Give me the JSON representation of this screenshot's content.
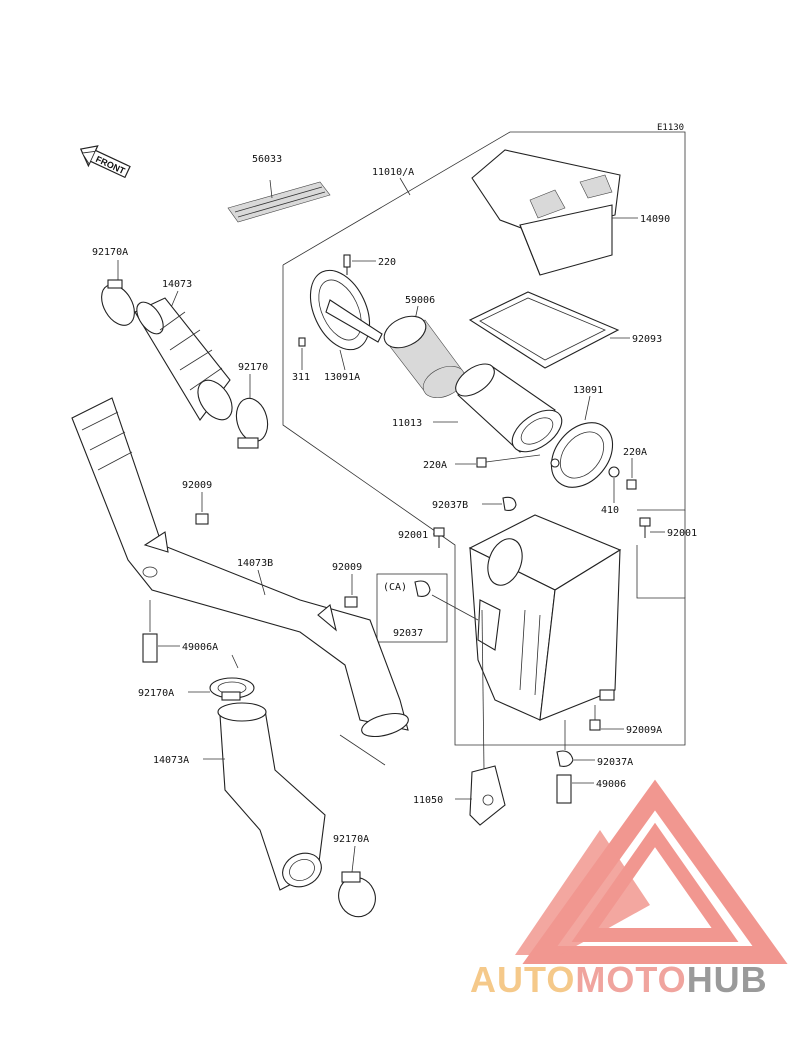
{
  "diagram_code": "E1130",
  "front_arrow_label": "FRONT",
  "parts": {
    "p56033": "56033",
    "p11010A": "11010/A",
    "p14090": "14090",
    "p92170A_top": "92170A",
    "p14073": "14073",
    "p220": "220",
    "p59006": "59006",
    "p92093": "92093",
    "p311": "311",
    "p13091A": "13091A",
    "p92170": "92170",
    "p13091": "13091",
    "p11013": "11013",
    "p220A_left": "220A",
    "p220A_right": "220A",
    "p92009_top": "92009",
    "p92037B": "92037B",
    "p410": "410",
    "p92001_left": "92001",
    "p92001_right": "92001",
    "p14073B": "14073B",
    "p92009_mid": "92009",
    "p92037": "92037",
    "p49006A": "49006A",
    "p92170A_mid": "92170A",
    "p92009A": "92009A",
    "p14073A": "14073A",
    "p92037A": "92037A",
    "p49006": "49006",
    "p11050": "11050",
    "p92170A_bottom": "92170A"
  },
  "ca_box_label": "(CA)",
  "watermark": {
    "word_part1": "AUTO",
    "word_part2": "MOTO",
    "word_part3": "HUB",
    "color_part1": "#f5c98a",
    "color_part2": "#f0a49e",
    "color_part3": "#9a9a9a",
    "logo_color": "#f08c84"
  }
}
